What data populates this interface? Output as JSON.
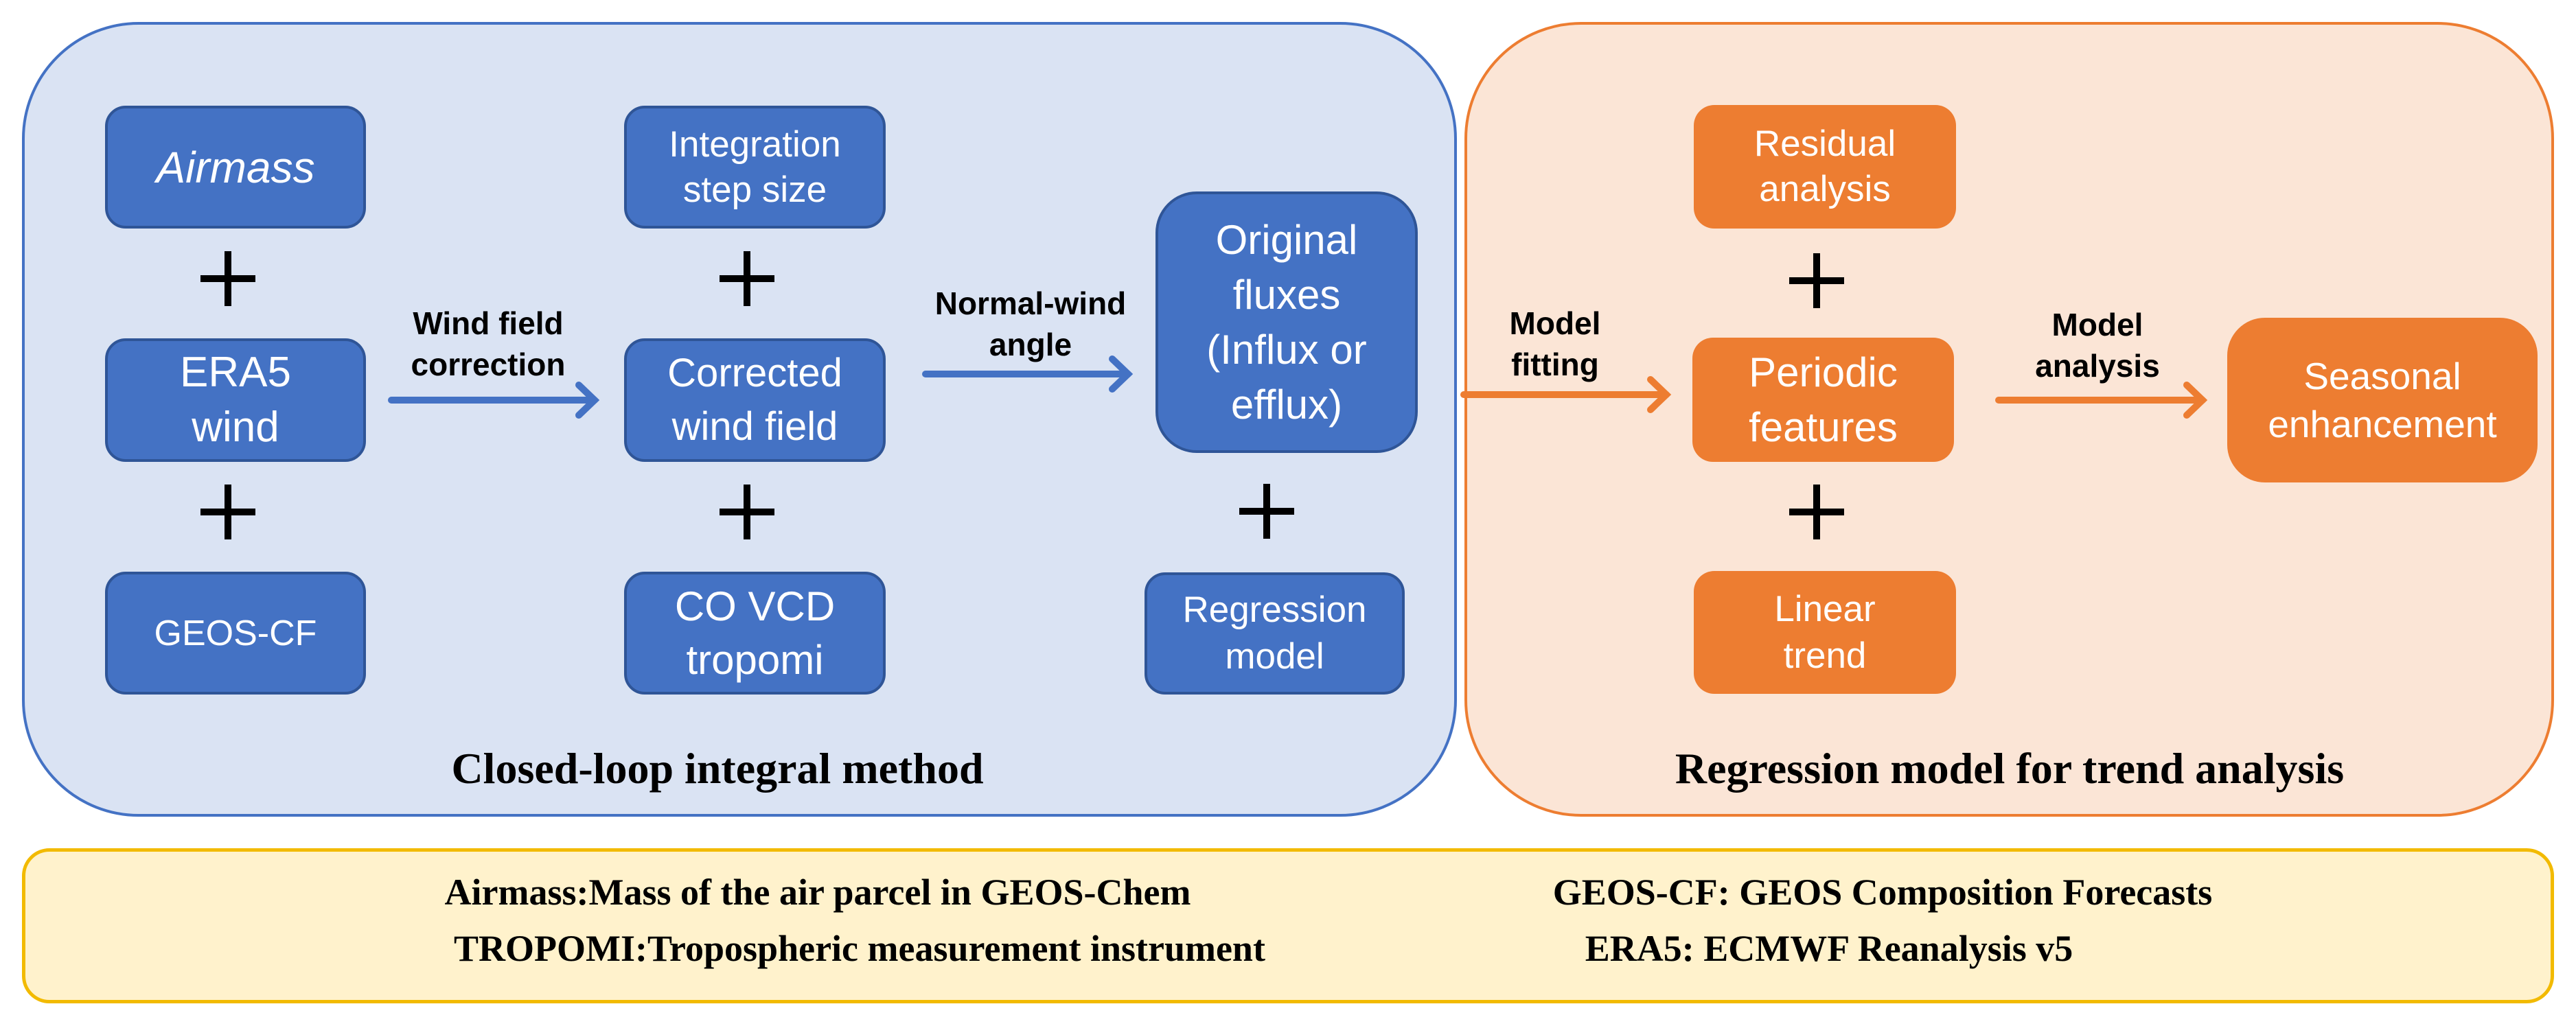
{
  "colors": {
    "blue_panel_bg": "#DAE3F3",
    "blue_accent": "#4472C4",
    "orange_panel_bg": "#FBE5D6",
    "orange_accent": "#ED7D31",
    "legend_bg": "#FFF2CC",
    "legend_border": "#F2BA00"
  },
  "left_panel": {
    "title": "Closed-loop integral method",
    "boxes": {
      "airmass": "Airmass",
      "era5_wind": "ERA5\nwind",
      "geos_cf": "GEOS-CF",
      "integration_step": "Integration\nstep size",
      "corrected_wind": "Corrected\nwind field",
      "co_vcd": "CO VCD\ntropomi",
      "original_fluxes": "Original\nfluxes\n(Influx or\nefflux)",
      "regression_model": "Regression\nmodel"
    },
    "arrows": {
      "wind_field_correction": "Wind field\ncorrection",
      "normal_wind_angle": "Normal-wind\nangle"
    },
    "plus_symbol": "+"
  },
  "right_panel": {
    "title": "Regression model for trend analysis",
    "boxes": {
      "residual_analysis": "Residual\nanalysis",
      "periodic_features": "Periodic\nfeatures",
      "linear_trend": "Linear\ntrend",
      "seasonal_enhancement": "Seasonal\nenhancement"
    },
    "arrows": {
      "model_fitting": "Model\nfitting",
      "model_analysis": "Model\nanalysis"
    }
  },
  "legend": {
    "airmass": "Airmass:Mass of the air parcel in GEOS-Chem",
    "tropomi": "TROPOMI:Tropospheric measurement instrument",
    "geos_cf": "GEOS-CF: GEOS Composition Forecasts",
    "era5": "ERA5: ECMWF Reanalysis v5"
  }
}
